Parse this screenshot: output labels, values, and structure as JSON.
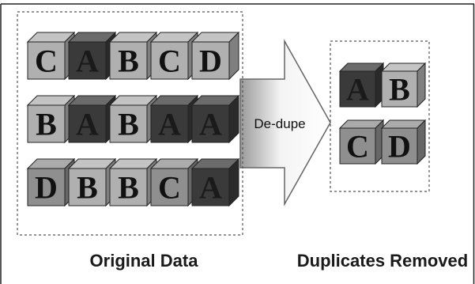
{
  "colors": {
    "light": "#b0b0b0",
    "medium": "#8f8f8f",
    "dark": "#3a3a3a",
    "dark_text": "#111111",
    "light_on_dark_text": "#1a1a1a"
  },
  "original": {
    "caption": "Original Data",
    "rows": [
      [
        {
          "letter": "C",
          "shade": "light"
        },
        {
          "letter": "A",
          "shade": "dark"
        },
        {
          "letter": "B",
          "shade": "light"
        },
        {
          "letter": "C",
          "shade": "light"
        },
        {
          "letter": "D",
          "shade": "light"
        }
      ],
      [
        {
          "letter": "B",
          "shade": "light"
        },
        {
          "letter": "A",
          "shade": "dark"
        },
        {
          "letter": "B",
          "shade": "light"
        },
        {
          "letter": "A",
          "shade": "dark"
        },
        {
          "letter": "A",
          "shade": "dark"
        }
      ],
      [
        {
          "letter": "D",
          "shade": "medium"
        },
        {
          "letter": "B",
          "shade": "light"
        },
        {
          "letter": "B",
          "shade": "light"
        },
        {
          "letter": "C",
          "shade": "medium"
        },
        {
          "letter": "A",
          "shade": "dark"
        }
      ]
    ]
  },
  "process": {
    "label": "De-dupe"
  },
  "deduped": {
    "caption": "Duplicates Removed",
    "rows": [
      [
        {
          "letter": "A",
          "shade": "dark"
        },
        {
          "letter": "B",
          "shade": "light"
        }
      ],
      [
        {
          "letter": "C",
          "shade": "medium"
        },
        {
          "letter": "D",
          "shade": "medium"
        }
      ]
    ]
  }
}
